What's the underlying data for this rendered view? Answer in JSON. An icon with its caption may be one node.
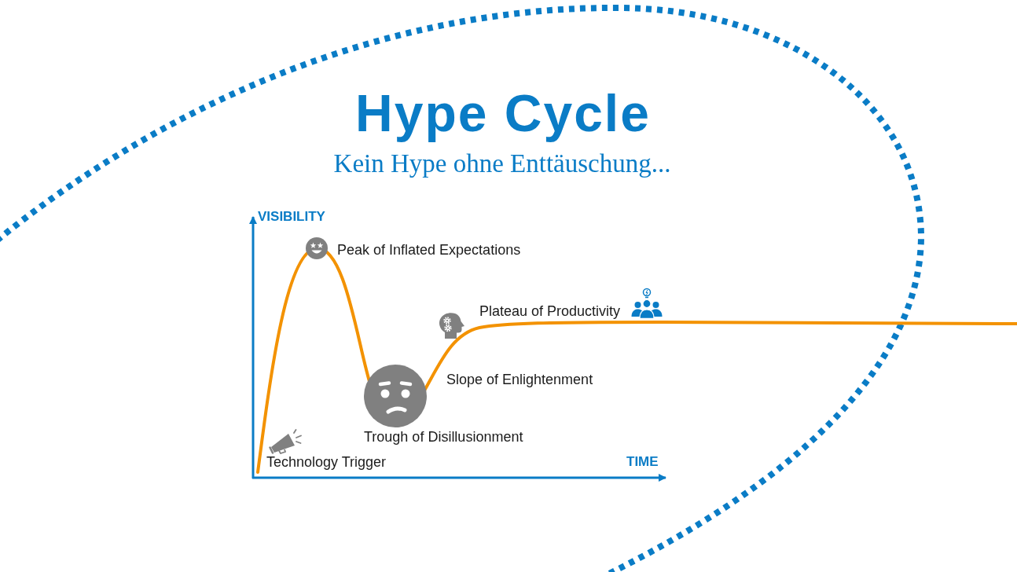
{
  "diagram": {
    "title": "Hype Cycle",
    "labels": [
      "Kein Hype ohne Enttäuschung...",
      "VISIBILITY",
      "Peak of Inflated Expectations",
      "Plateau of Productivity",
      "Slope of Enlightenment",
      "Trough of Disillusionment",
      "Technology Trigger",
      "TIME"
    ]
  }
}
